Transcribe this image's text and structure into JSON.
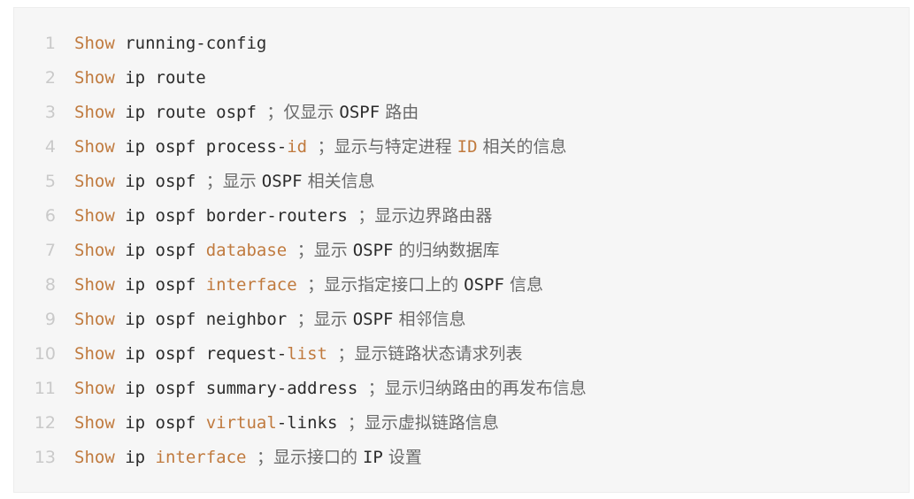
{
  "colors": {
    "background": "#f6f6f6",
    "keyword": "#c07a3e",
    "code_text": "#2b2b2b",
    "line_number": "#c9c9c9",
    "comment": "#6a6a6a"
  },
  "code": {
    "lines": [
      {
        "num": "1",
        "segments": [
          {
            "t": "Show",
            "c": "kw"
          },
          {
            "t": " running-config",
            "c": "cmd"
          }
        ]
      },
      {
        "num": "2",
        "segments": [
          {
            "t": "Show",
            "c": "kw"
          },
          {
            "t": " ip route",
            "c": "cmd"
          }
        ]
      },
      {
        "num": "3",
        "segments": [
          {
            "t": "Show",
            "c": "kw"
          },
          {
            "t": " ip route ospf ",
            "c": "cmd"
          },
          {
            "t": "；仅显示 ",
            "c": "cmt"
          },
          {
            "t": "OSPF",
            "c": "cmt-code"
          },
          {
            "t": " 路由",
            "c": "cmt"
          }
        ]
      },
      {
        "num": "4",
        "segments": [
          {
            "t": "Show",
            "c": "kw"
          },
          {
            "t": " ip ospf process-",
            "c": "cmd"
          },
          {
            "t": "id",
            "c": "kw"
          },
          {
            "t": " ",
            "c": "cmd"
          },
          {
            "t": "；显示与特定进程 ",
            "c": "cmt"
          },
          {
            "t": "ID",
            "c": "cmt-kw"
          },
          {
            "t": " 相关的信息",
            "c": "cmt"
          }
        ]
      },
      {
        "num": "5",
        "segments": [
          {
            "t": "Show",
            "c": "kw"
          },
          {
            "t": " ip ospf ",
            "c": "cmd"
          },
          {
            "t": "；显示 ",
            "c": "cmt"
          },
          {
            "t": "OSPF",
            "c": "cmt-code"
          },
          {
            "t": " 相关信息",
            "c": "cmt"
          }
        ]
      },
      {
        "num": "6",
        "segments": [
          {
            "t": "Show",
            "c": "kw"
          },
          {
            "t": " ip ospf border-routers ",
            "c": "cmd"
          },
          {
            "t": "；显示边界路由器",
            "c": "cmt"
          }
        ]
      },
      {
        "num": "7",
        "segments": [
          {
            "t": "Show",
            "c": "kw"
          },
          {
            "t": " ip ospf ",
            "c": "cmd"
          },
          {
            "t": "database",
            "c": "kw"
          },
          {
            "t": " ",
            "c": "cmd"
          },
          {
            "t": "；显示 ",
            "c": "cmt"
          },
          {
            "t": "OSPF",
            "c": "cmt-code"
          },
          {
            "t": " 的归纳数据库",
            "c": "cmt"
          }
        ]
      },
      {
        "num": "8",
        "segments": [
          {
            "t": "Show",
            "c": "kw"
          },
          {
            "t": " ip ospf ",
            "c": "cmd"
          },
          {
            "t": "interface",
            "c": "kw"
          },
          {
            "t": " ",
            "c": "cmd"
          },
          {
            "t": "；显示指定接口上的 ",
            "c": "cmt"
          },
          {
            "t": "OSPF",
            "c": "cmt-code"
          },
          {
            "t": " 信息",
            "c": "cmt"
          }
        ]
      },
      {
        "num": "9",
        "segments": [
          {
            "t": "Show",
            "c": "kw"
          },
          {
            "t": " ip ospf neighbor ",
            "c": "cmd"
          },
          {
            "t": "；显示 ",
            "c": "cmt"
          },
          {
            "t": "OSPF",
            "c": "cmt-code"
          },
          {
            "t": " 相邻信息",
            "c": "cmt"
          }
        ]
      },
      {
        "num": "10",
        "segments": [
          {
            "t": "Show",
            "c": "kw"
          },
          {
            "t": " ip ospf request-",
            "c": "cmd"
          },
          {
            "t": "list",
            "c": "kw"
          },
          {
            "t": " ",
            "c": "cmd"
          },
          {
            "t": "；显示链路状态请求列表",
            "c": "cmt"
          }
        ]
      },
      {
        "num": "11",
        "segments": [
          {
            "t": "Show",
            "c": "kw"
          },
          {
            "t": " ip ospf summary-address ",
            "c": "cmd"
          },
          {
            "t": "；显示归纳路由的再发布信息",
            "c": "cmt"
          }
        ]
      },
      {
        "num": "12",
        "segments": [
          {
            "t": "Show",
            "c": "kw"
          },
          {
            "t": " ip ospf ",
            "c": "cmd"
          },
          {
            "t": "virtual",
            "c": "kw"
          },
          {
            "t": "-links ",
            "c": "cmd"
          },
          {
            "t": "；显示虚拟链路信息",
            "c": "cmt"
          }
        ]
      },
      {
        "num": "13",
        "segments": [
          {
            "t": "Show",
            "c": "kw"
          },
          {
            "t": " ip ",
            "c": "cmd"
          },
          {
            "t": "interface",
            "c": "kw"
          },
          {
            "t": " ",
            "c": "cmd"
          },
          {
            "t": "；显示接口的 ",
            "c": "cmt"
          },
          {
            "t": "IP",
            "c": "cmt-code"
          },
          {
            "t": " 设置",
            "c": "cmt"
          }
        ]
      }
    ]
  }
}
